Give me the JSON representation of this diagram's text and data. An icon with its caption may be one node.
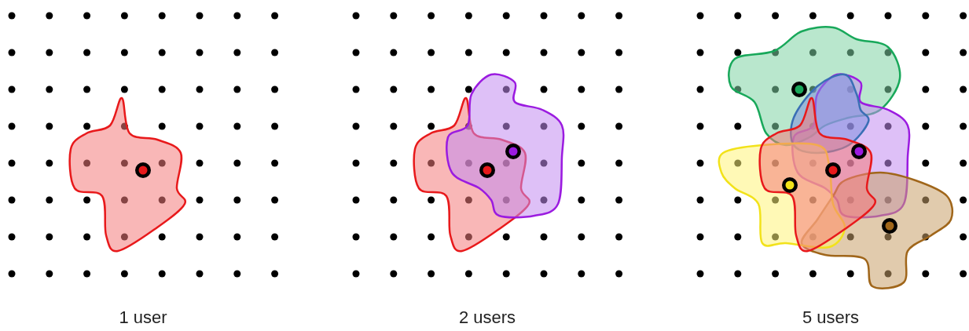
{
  "diagram": {
    "labels": [
      "1 user",
      "2 users",
      "5 users"
    ]
  }
}
